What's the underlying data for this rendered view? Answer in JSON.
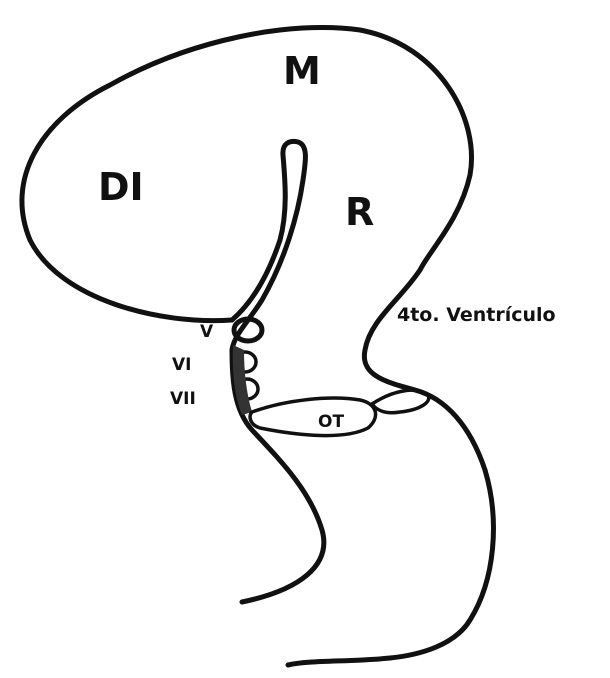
{
  "labels": {
    "m": "M",
    "di": "DI",
    "r": "R",
    "ventricle": "4to. Ventrículo",
    "v": "V",
    "vi": "VI",
    "vii": "VII",
    "ot": "OT"
  },
  "colors": {
    "line": "#111111",
    "background": "#ffffff"
  }
}
